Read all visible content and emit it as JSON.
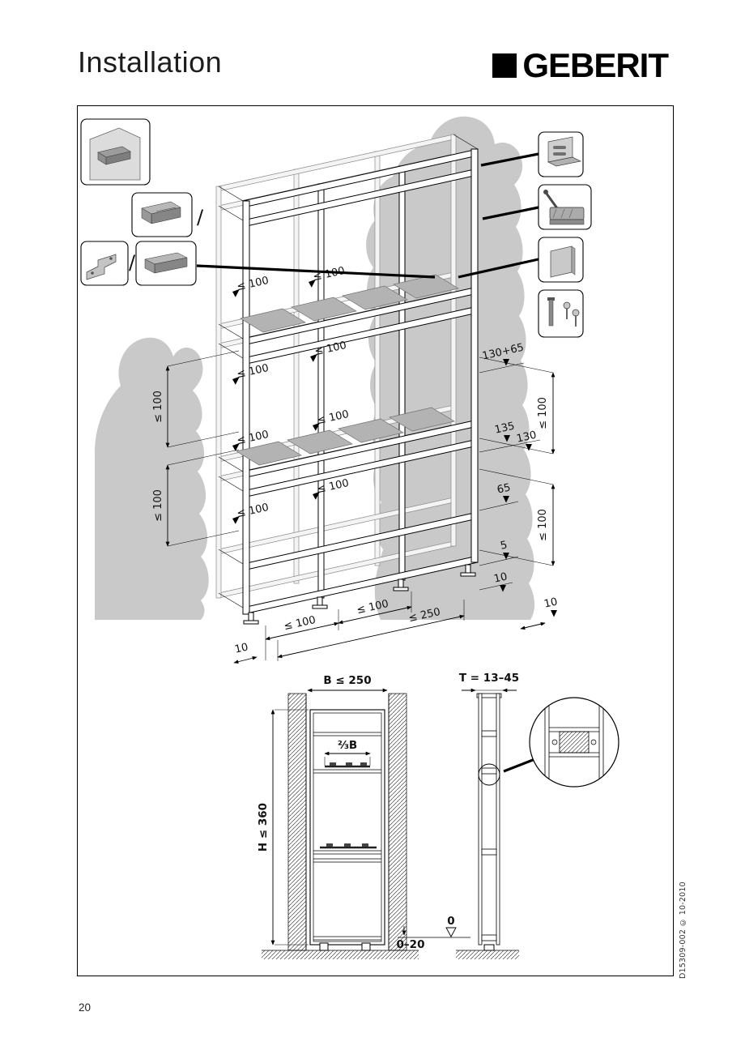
{
  "header": {
    "title": "Installation",
    "brand": "GEBERIT"
  },
  "footer": {
    "page_number": "20",
    "doc_ref": "D15309-002 © 10-2010"
  },
  "colors": {
    "wall_gray": "#c9c9c9",
    "plate_gray": "#b3b3b3",
    "line_black": "#000000"
  },
  "iso": {
    "labels": {
      "le_100": "≤ 100",
      "le_250": "≤ 250",
      "h130_65": "130+65",
      "h135": "135",
      "h130": "130",
      "h65": "65",
      "h5": "5",
      "h10": "10"
    },
    "callout_separator": "/",
    "callout_icons": [
      "wall-anchor-icon",
      "rail-connector-icon",
      "mounting-bracket-icon",
      "rail-connector-long-icon",
      "angle-bracket-icon",
      "lever-clamp-icon",
      "protection-plate-icon",
      "fastening-screws-icon"
    ]
  },
  "views": {
    "front": {
      "width": "B ≤ 250",
      "height": "H ≤ 360",
      "shelf_width": "⅔B",
      "floor_gap": "0–20",
      "zero_level": "0"
    },
    "side": {
      "depth": "T = 13–45"
    }
  }
}
